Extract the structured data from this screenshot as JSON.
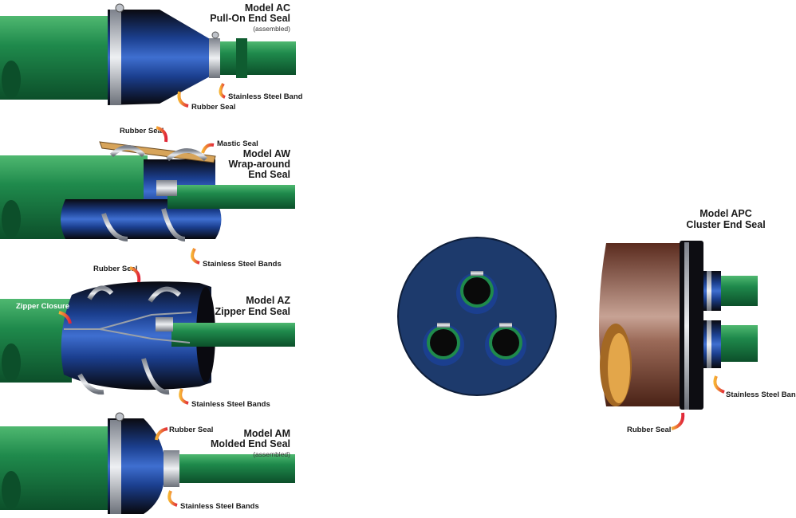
{
  "colors": {
    "pipe_green": "#1f8a4c",
    "pipe_green_dark": "#0f5c30",
    "seal_blue": "#1b3f8f",
    "seal_black": "#0d0d12",
    "steel": "#b8bcc4",
    "arrow_orange": "#f08a24",
    "arrow_red": "#e0263a",
    "casing_brown": "#6e3a2a",
    "disc_navy": "#1d3a6c"
  },
  "ac": {
    "title_1": "Model AC",
    "title_2": "Pull-On End Seal",
    "note": "(assembled)",
    "callout_band": "Stainless Steel Band",
    "callout_seal": "Rubber Seal"
  },
  "aw": {
    "callout_rubber": "Rubber Seal",
    "callout_mastic": "Mastic Seal",
    "title_1": "Model AW",
    "title_2": "Wrap-around",
    "title_3": "End Seal",
    "callout_bands": "Stainless Steel Bands"
  },
  "az": {
    "callout_rubber": "Rubber Seal",
    "callout_zipper": "Zipper Closure",
    "title_1": "Model AZ",
    "title_2": "Zipper End Seal",
    "callout_bands": "Stainless Steel Bands"
  },
  "am": {
    "callout_rubber": "Rubber Seal",
    "title_1": "Model AM",
    "title_2": "Molded End Seal",
    "note": "(assembled)",
    "callout_bands": "Stainless Steel Bands"
  },
  "apc": {
    "title_1": "Model APC",
    "title_2": "Cluster End Seal",
    "callout_band": "Stainless Steel Band",
    "callout_seal": "Rubber Seal"
  }
}
